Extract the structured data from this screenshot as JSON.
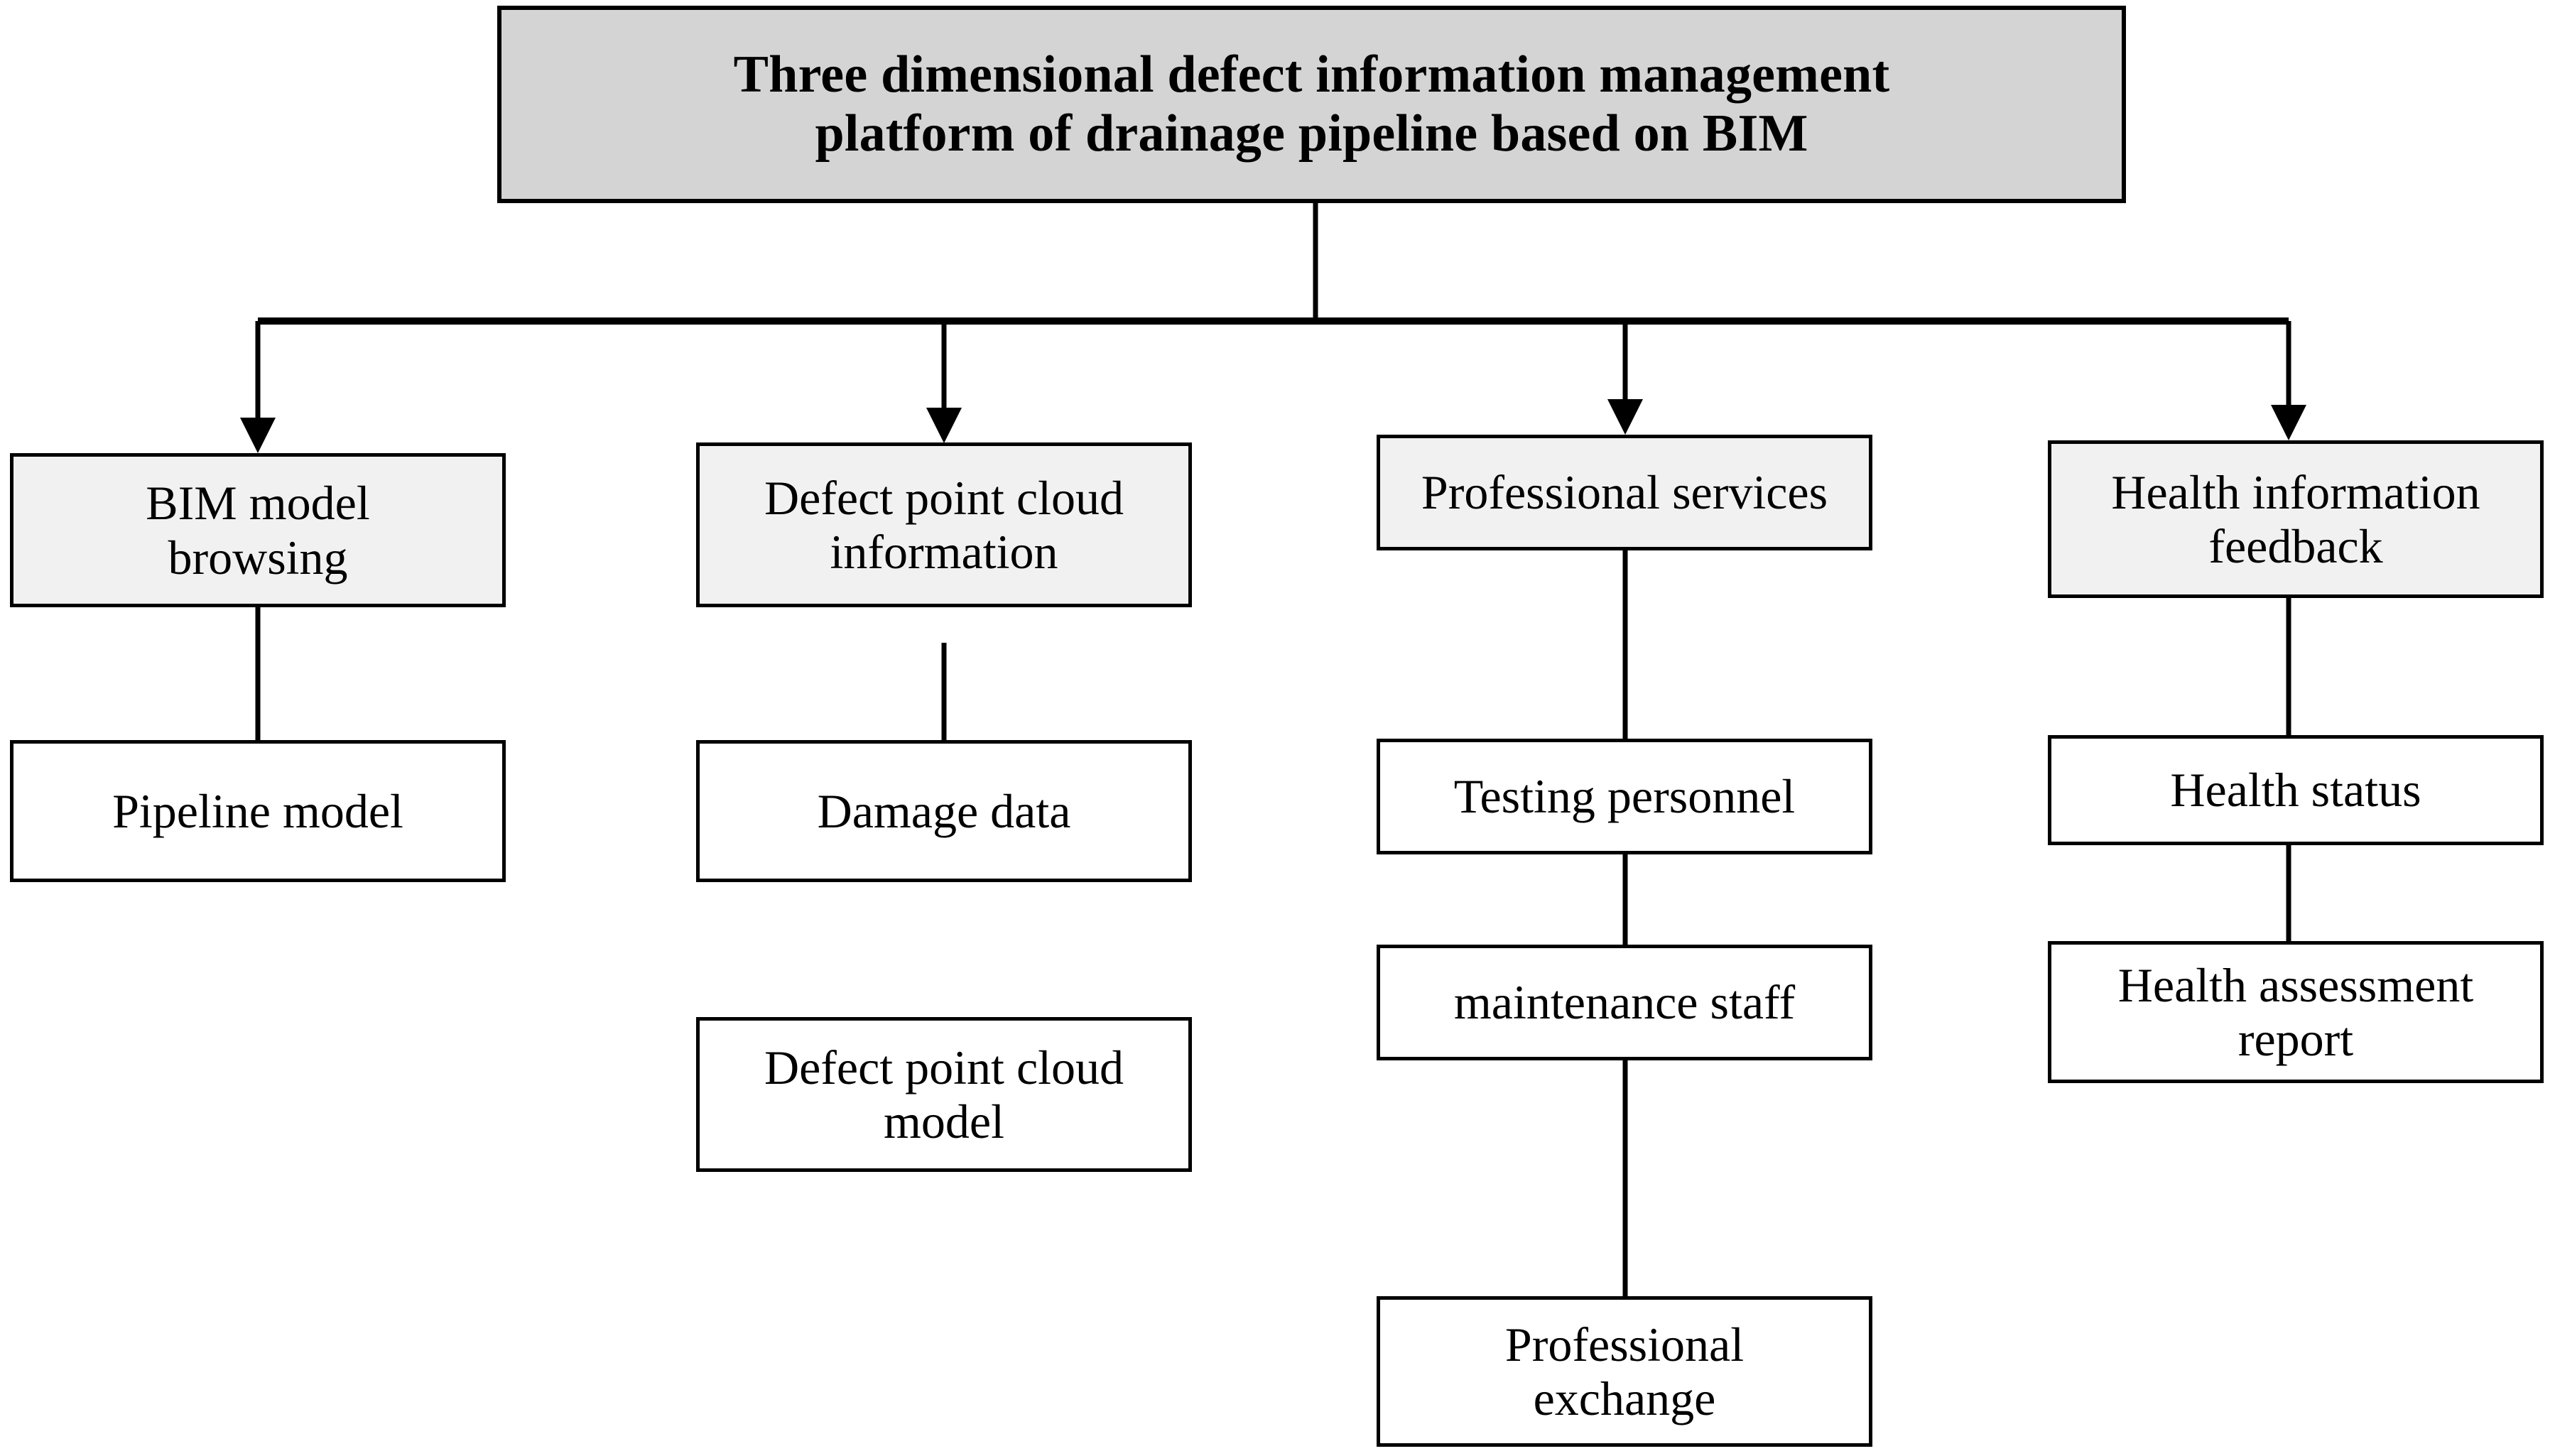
{
  "diagram": {
    "type": "tree-hierarchy",
    "orientation": "top-down",
    "root": {
      "label": "Three dimensional defect information management\nplatform of drainage pipeline based on BIM",
      "fill": "#d4d4d4",
      "stroke": "#000000"
    },
    "branch_fill": "#f1f1f1",
    "leaf_fill": "#ffffff",
    "connector_color": "#000000",
    "branches": [
      {
        "label": "BIM model\nbrowsing",
        "children": [
          {
            "label": "Pipeline model"
          }
        ]
      },
      {
        "label": "Defect point cloud\ninformation",
        "children": [
          {
            "label": "Damage data"
          },
          {
            "label": "Defect point cloud\nmodel"
          }
        ]
      },
      {
        "label": "Professional services",
        "children": [
          {
            "label": "Testing personnel"
          },
          {
            "label": "maintenance staff"
          },
          {
            "label": "Professional\nexchange"
          }
        ]
      },
      {
        "label": "Health information\nfeedback",
        "children": [
          {
            "label": "Health status"
          },
          {
            "label": "Health assessment\nreport"
          }
        ]
      }
    ]
  }
}
